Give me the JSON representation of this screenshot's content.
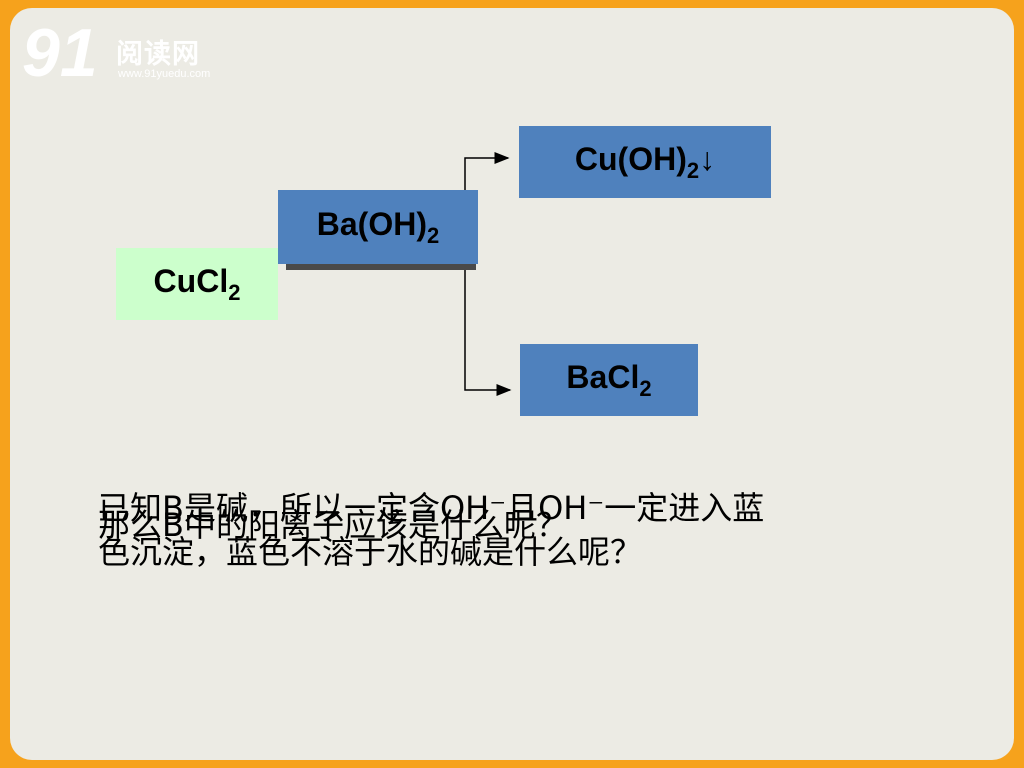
{
  "watermark": {
    "brand": "阅读网",
    "url": "www.91yuedu.com",
    "logo_glyph": "91"
  },
  "diagram": {
    "cucl2": {
      "base": "CuCl",
      "sub": "2"
    },
    "baoh2": {
      "base": "Ba(OH)",
      "sub": "2"
    },
    "cuoh2": {
      "base": "Cu(OH)",
      "sub": "2",
      "suffix": "↓"
    },
    "bacl2": {
      "base": "BaCl",
      "sub": "2"
    }
  },
  "captions": {
    "line_1": "已知B是碱，所以一定含OH⁻且OH⁻一定进入蓝",
    "line_2": "色沉淀，蓝色不溶于水的碱是什么呢？",
    "overlay": "那么B中的阳离子应该是什么呢？"
  },
  "colors": {
    "frame": "#f6a21c",
    "slide_bg": "#ecebe4",
    "green_box": "#ccffcc",
    "blue_box": "#4f81bd"
  }
}
